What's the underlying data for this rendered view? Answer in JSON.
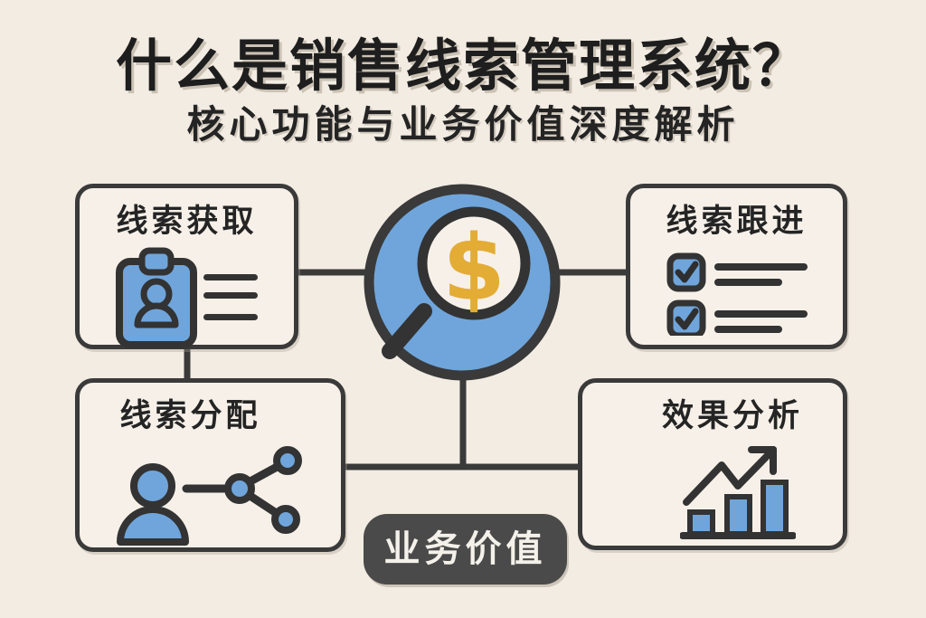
{
  "page": {
    "title": "什么是销售线索管理系统？",
    "subtitle": "核心功能与业务价值深度解析"
  },
  "cards": [
    {
      "id": "lead-acquisition",
      "label": "线索获取",
      "icon": "id-card-icon"
    },
    {
      "id": "lead-followup",
      "label": "线索跟进",
      "icon": "checklist-icon"
    },
    {
      "id": "lead-distribution",
      "label": "线索分配",
      "icon": "person-share-icon"
    },
    {
      "id": "performance-analysis",
      "label": "效果分析",
      "icon": "growth-chart-icon"
    }
  ],
  "center": {
    "icon": "magnifier-dollar-icon",
    "symbol": "$"
  },
  "badge": {
    "label": "业务价值"
  },
  "colors": {
    "background": "#F2ECE3",
    "card_background": "#F6F0E8",
    "outline_dark": "#3A3A3A",
    "accent_blue": "#6FA5DB",
    "gold": "#E3AC34",
    "badge_background": "#4A4A4A",
    "badge_text": "#F4F1EA"
  }
}
